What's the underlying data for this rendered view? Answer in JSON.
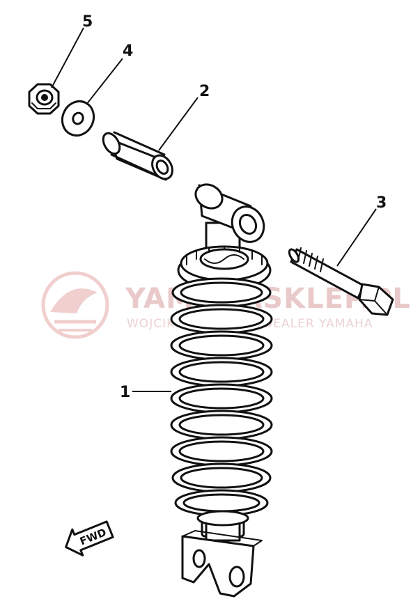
{
  "diagram": {
    "callouts": {
      "part1": "1",
      "part2": "2",
      "part3": "3",
      "part4": "4",
      "part5": "5"
    },
    "direction_label": "FWD",
    "watermark": {
      "title": "YAMAHASKLEP.PL",
      "subtitle": "WOJCIK MOTOCYKLE DEALER YAMAHA"
    }
  },
  "colors": {
    "ink": "#111111",
    "watermark": "#e9c9c9",
    "background": "#ffffff"
  }
}
